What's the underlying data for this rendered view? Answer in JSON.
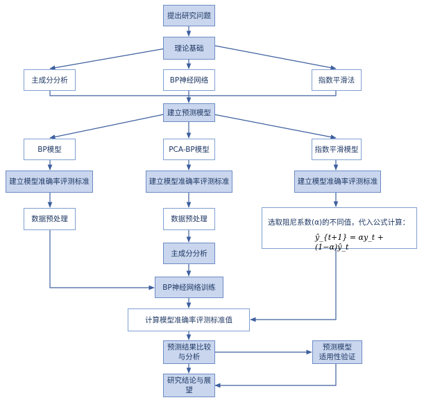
{
  "nodes": {
    "research_question": "提出研究问题",
    "theory_basis": "理论基础",
    "pca": "主成分分析",
    "bp_network": "BP神经网络",
    "exp_smoothing": "指数平滑法",
    "build_model": "建立预测模型",
    "bp_model": "BP模型",
    "pca_bp_model": "PCA-BP模型",
    "exp_smoothing_model": "指数平滑模型",
    "accuracy_standard_1": "建立模型准确率评测标准",
    "accuracy_standard_2": "建立模型准确率评测标准",
    "accuracy_standard_3": "建立模型准确率评测标准",
    "preprocess_1": "数据预处理",
    "preprocess_2": "数据预处理",
    "alpha_text": "选取阻尼系数(α)的不同值，代入公式计算：",
    "formula": "ŷ_{t+1} = αy_t + (1−α)ŷ_t",
    "pca_2": "主成分分析",
    "bp_training": "BP神经网络训练",
    "calc_accuracy": "计算模型准确率评测标准值",
    "compare_1": "预测结果比较",
    "compare_2": "与分析",
    "applicability_1": "预测模型",
    "applicability_2": "适用性验证",
    "conclusion_1": "研究结论与展",
    "conclusion_2": "望"
  }
}
